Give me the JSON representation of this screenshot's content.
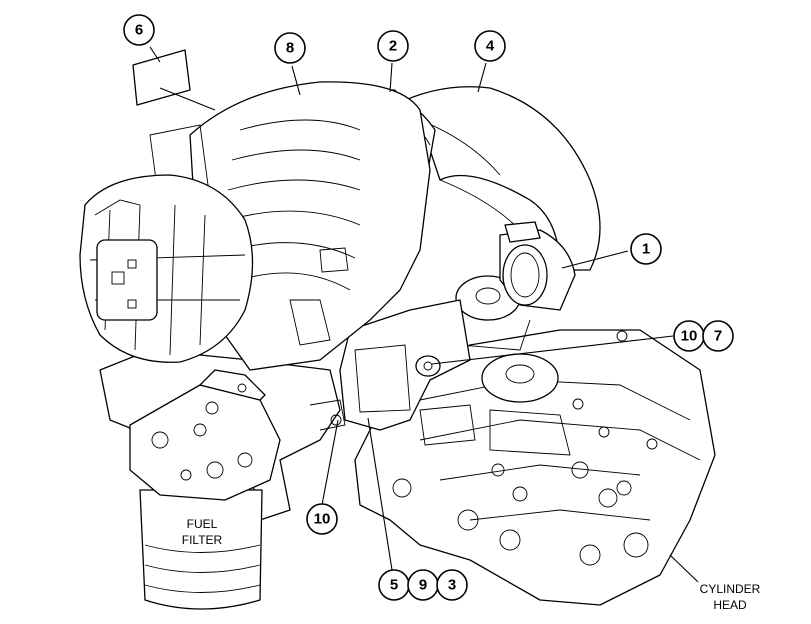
{
  "callouts": {
    "c6": "6",
    "c8": "8",
    "c2": "2",
    "c4": "4",
    "c1": "1",
    "c10a": "10",
    "c7": "7",
    "c10b": "10",
    "c5": "5",
    "c9": "9",
    "c3": "3"
  },
  "labels": {
    "fuel_filter_line1": "FUEL",
    "fuel_filter_line2": "FILTER",
    "cylinder_head_line1": "CYLINDER",
    "cylinder_head_line2": "HEAD"
  }
}
